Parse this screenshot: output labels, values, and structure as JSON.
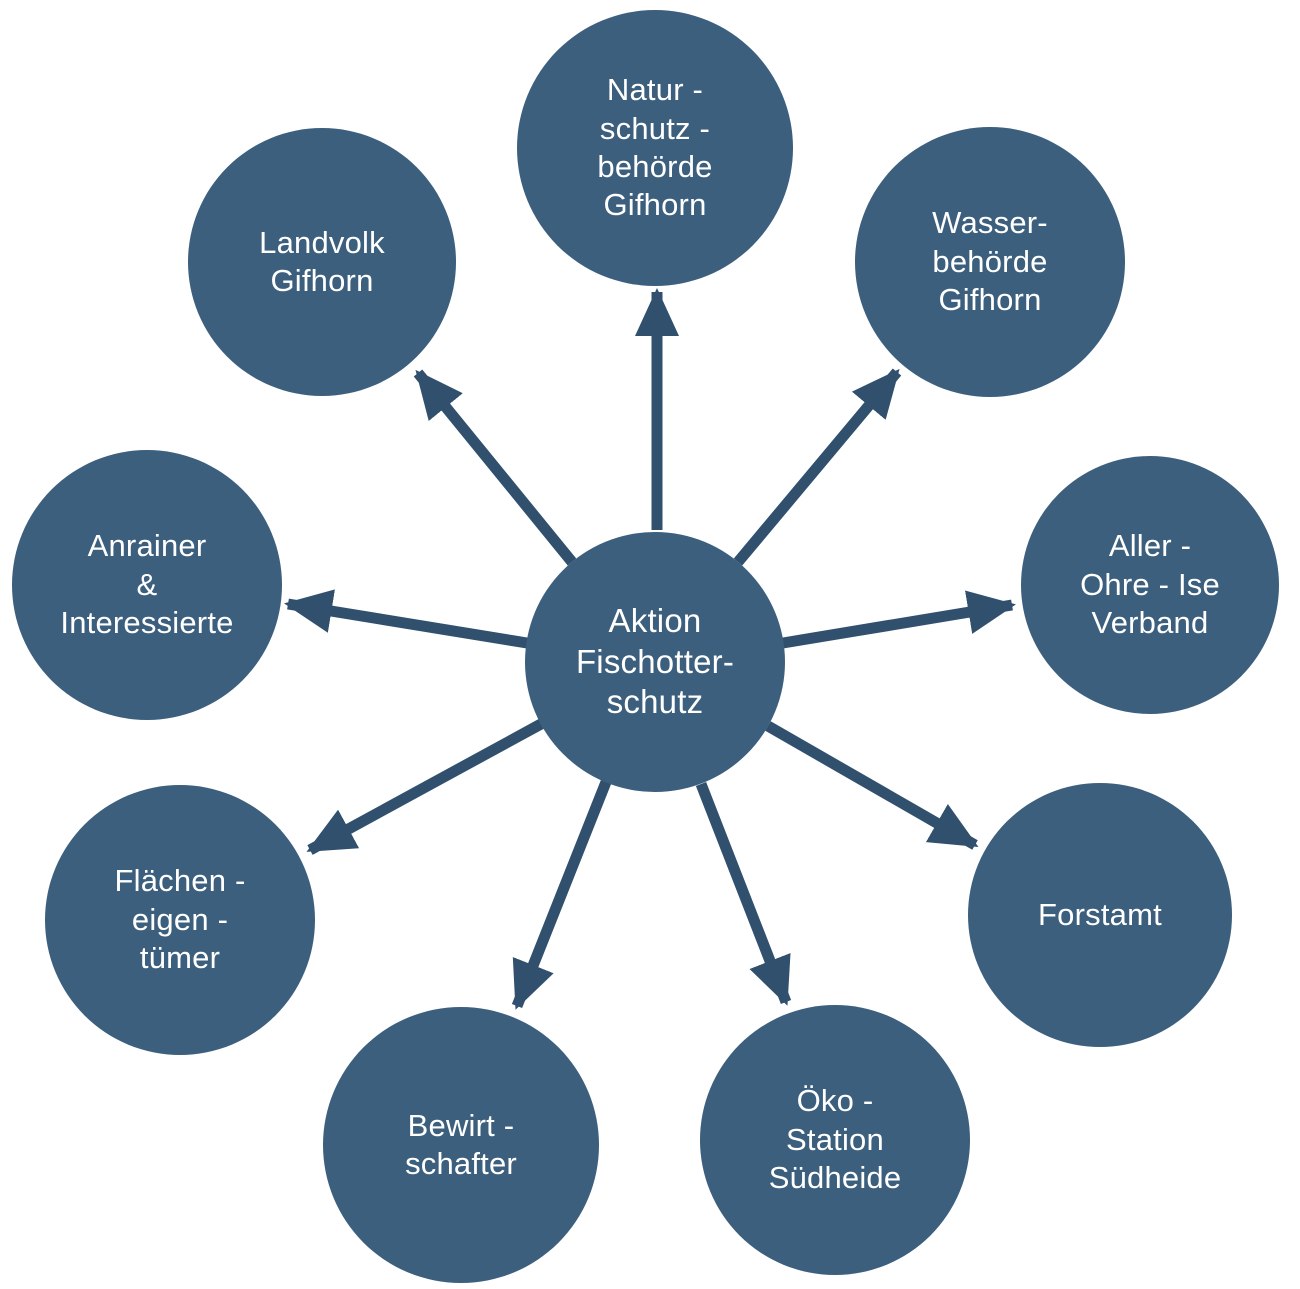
{
  "diagram": {
    "type": "hub-and-spoke",
    "colors": {
      "node_fill": "#3c5f7e",
      "arrow": "#30506e",
      "text": "#ffffff",
      "background": "#ffffff"
    },
    "center": {
      "id": "aktion-fischotterschutz",
      "label": "Aktion\nFischotter-\nschutz"
    },
    "nodes": [
      {
        "id": "naturschutzbehoerde-gifhorn",
        "label": "Natur -\nschutz -\nbehörde\nGifhorn"
      },
      {
        "id": "wasserbehoerde-gifhorn",
        "label": "Wasser-\nbehörde\nGifhorn"
      },
      {
        "id": "aller-ohre-ise-verband",
        "label": "Aller -\nOhre - Ise\nVerband"
      },
      {
        "id": "forstamt",
        "label": "Forstamt"
      },
      {
        "id": "oeko-station-suedheide",
        "label": "Öko -\nStation\nSüdheide"
      },
      {
        "id": "bewirtschafter",
        "label": "Bewirt -\nschafter"
      },
      {
        "id": "flaecheneigentuemer",
        "label": "Flächen -\neigen -\ntümer"
      },
      {
        "id": "anrainer-interessierte",
        "label": "Anrainer\n&\nInteressierte"
      },
      {
        "id": "landvolk-gifhorn",
        "label": "Landvolk\nGifhorn"
      }
    ]
  }
}
